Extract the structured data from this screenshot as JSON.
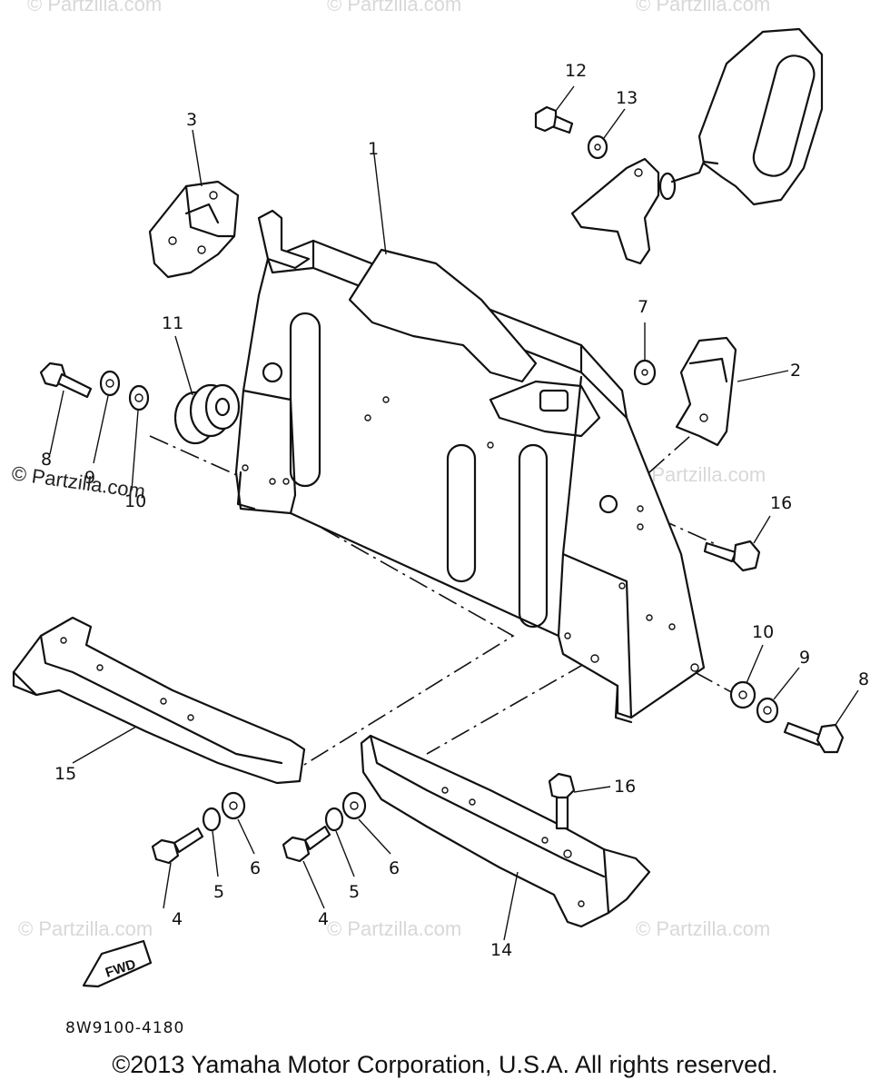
{
  "watermark": "© Partzilla.com",
  "watermark_left": "© Partzilla.com",
  "fwd_label": "FWD",
  "diagram_code": "8W9100-4180",
  "copyright": "©2013 Yamaha Motor Corporation, U.S.A. All rights reserved.",
  "callouts": {
    "c1": "1",
    "c2": "2",
    "c3": "3",
    "c4a": "4",
    "c4b": "4",
    "c5a": "5",
    "c5b": "5",
    "c6a": "6",
    "c6b": "6",
    "c7": "7",
    "c8a": "8",
    "c8b": "8",
    "c9a": "9",
    "c9b": "9",
    "c10a": "10",
    "c10b": "10",
    "c11": "11",
    "c12": "12",
    "c13": "13",
    "c14": "14",
    "c15": "15",
    "c16a": "16",
    "c16b": "16"
  }
}
